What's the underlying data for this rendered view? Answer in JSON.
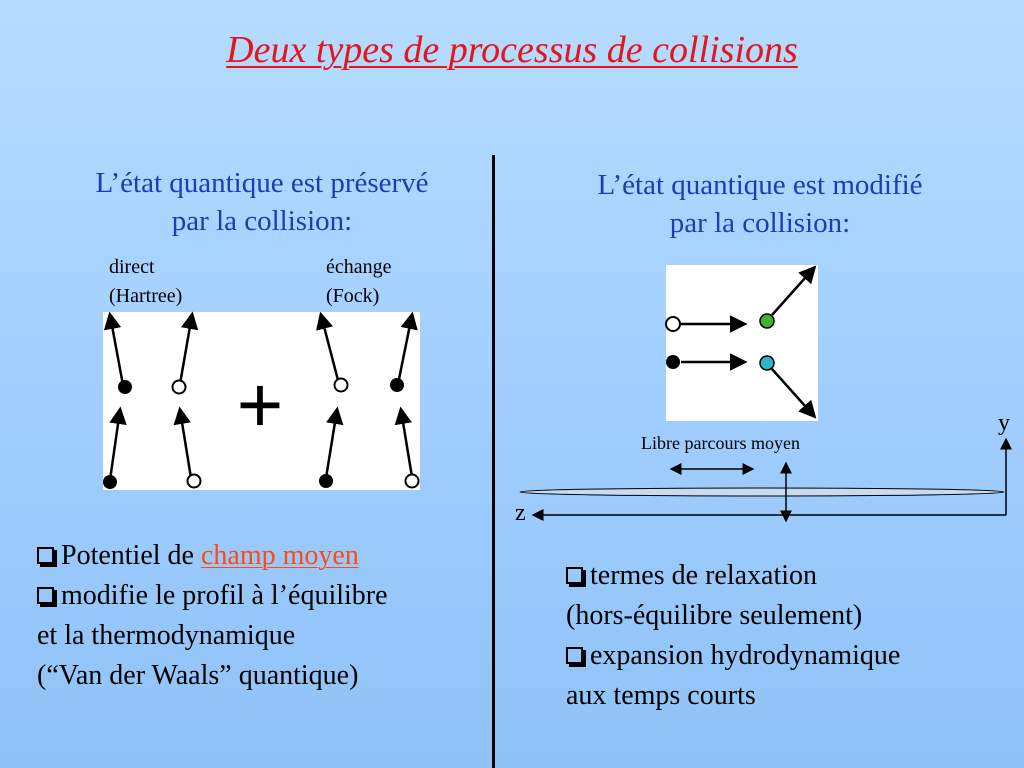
{
  "slide": {
    "title": "Deux types de processus de collisions",
    "left": {
      "heading_line1": "L’état quantique est préservé",
      "heading_line2": "par la collision:",
      "label_direct_line1": "direct",
      "label_direct_line2": "(Hartree)",
      "label_exchange_line1": "échange",
      "label_exchange_line2": "(Fock)",
      "plus_sign": "+",
      "bullet1_prefix": "Potentiel de ",
      "bullet1_highlight": "champ moyen",
      "bullet2_line1": "modifie le profil à l’équilibre",
      "bullet2_line2": "et la thermodynamique",
      "bullet2_line3": "(“Van der Waals” quantique)"
    },
    "right": {
      "heading_line1": "L’état quantique est modifié",
      "heading_line2": "par la collision:",
      "mean_free_path_label": "Libre parcours moyen",
      "axis_y": "y",
      "axis_z": "z",
      "bullet1_line1": "termes de relaxation",
      "bullet1_line2": "(hors-équilibre seulement)",
      "bullet2_line1": "expansion hydrodynamique",
      "bullet2_line2": "aux temps courts"
    },
    "colors": {
      "title": "#e8141c",
      "heading": "#1d3cb5",
      "highlight": "#ff4a10",
      "green_particle": "#3db52b",
      "cyan_particle": "#2bb7c9"
    }
  }
}
